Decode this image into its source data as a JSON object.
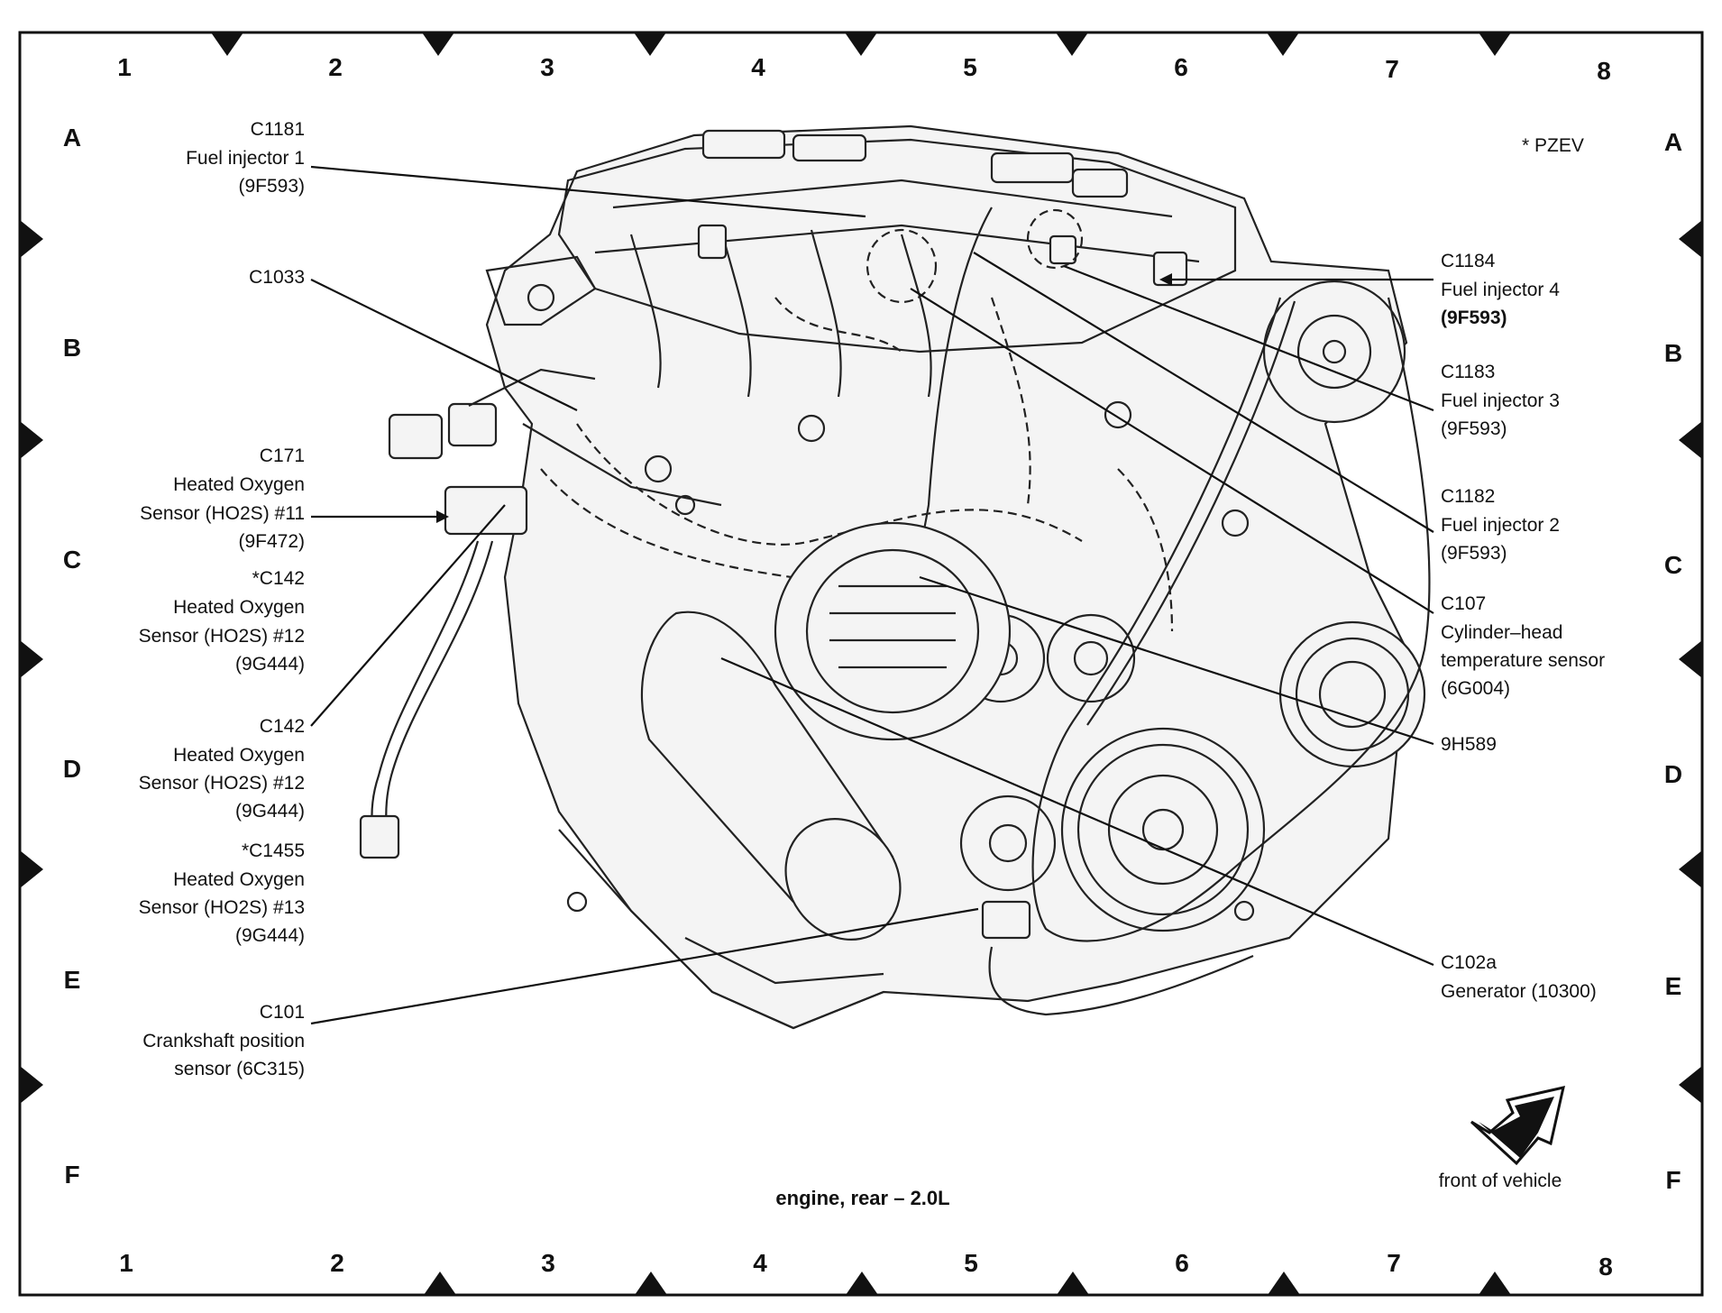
{
  "grid": {
    "columns": [
      "1",
      "2",
      "3",
      "4",
      "5",
      "6",
      "7",
      "8"
    ],
    "rows": [
      "A",
      "B",
      "C",
      "D",
      "E",
      "F"
    ]
  },
  "note": "* PZEV",
  "title": "engine, rear – 2.0L",
  "orientation_label": "front of vehicle",
  "callouts": {
    "c1181": [
      "C1181",
      "Fuel injector 1",
      "(9F593)"
    ],
    "c1033": [
      "C1033"
    ],
    "c171": [
      "C171",
      "Heated Oxygen",
      "Sensor (HO2S) #11",
      "(9F472)"
    ],
    "c142_pzev": [
      "*C142",
      "Heated Oxygen",
      "Sensor (HO2S) #12",
      "(9G444)"
    ],
    "c142": [
      "C142",
      "Heated Oxygen",
      "Sensor (HO2S) #12",
      "(9G444)"
    ],
    "c1455": [
      "*C1455",
      "Heated Oxygen",
      "Sensor (HO2S) #13",
      "(9G444)"
    ],
    "c101": [
      "C101",
      "Crankshaft position",
      "sensor (6C315)"
    ],
    "c1184": [
      "C1184",
      "Fuel injector 4",
      "(9F593)"
    ],
    "c1183": [
      "C1183",
      "Fuel injector 3",
      "(9F593)"
    ],
    "c1182": [
      "C1182",
      "Fuel injector 2",
      "(9F593)"
    ],
    "c107": [
      "C107",
      "Cylinder–head",
      "temperature sensor",
      "(6G004)"
    ],
    "9h589": [
      "9H589"
    ],
    "c102a": [
      "C102a",
      "Generator (10300)"
    ]
  },
  "colors": {
    "ink": "#111111",
    "paper": "#ffffff"
  }
}
